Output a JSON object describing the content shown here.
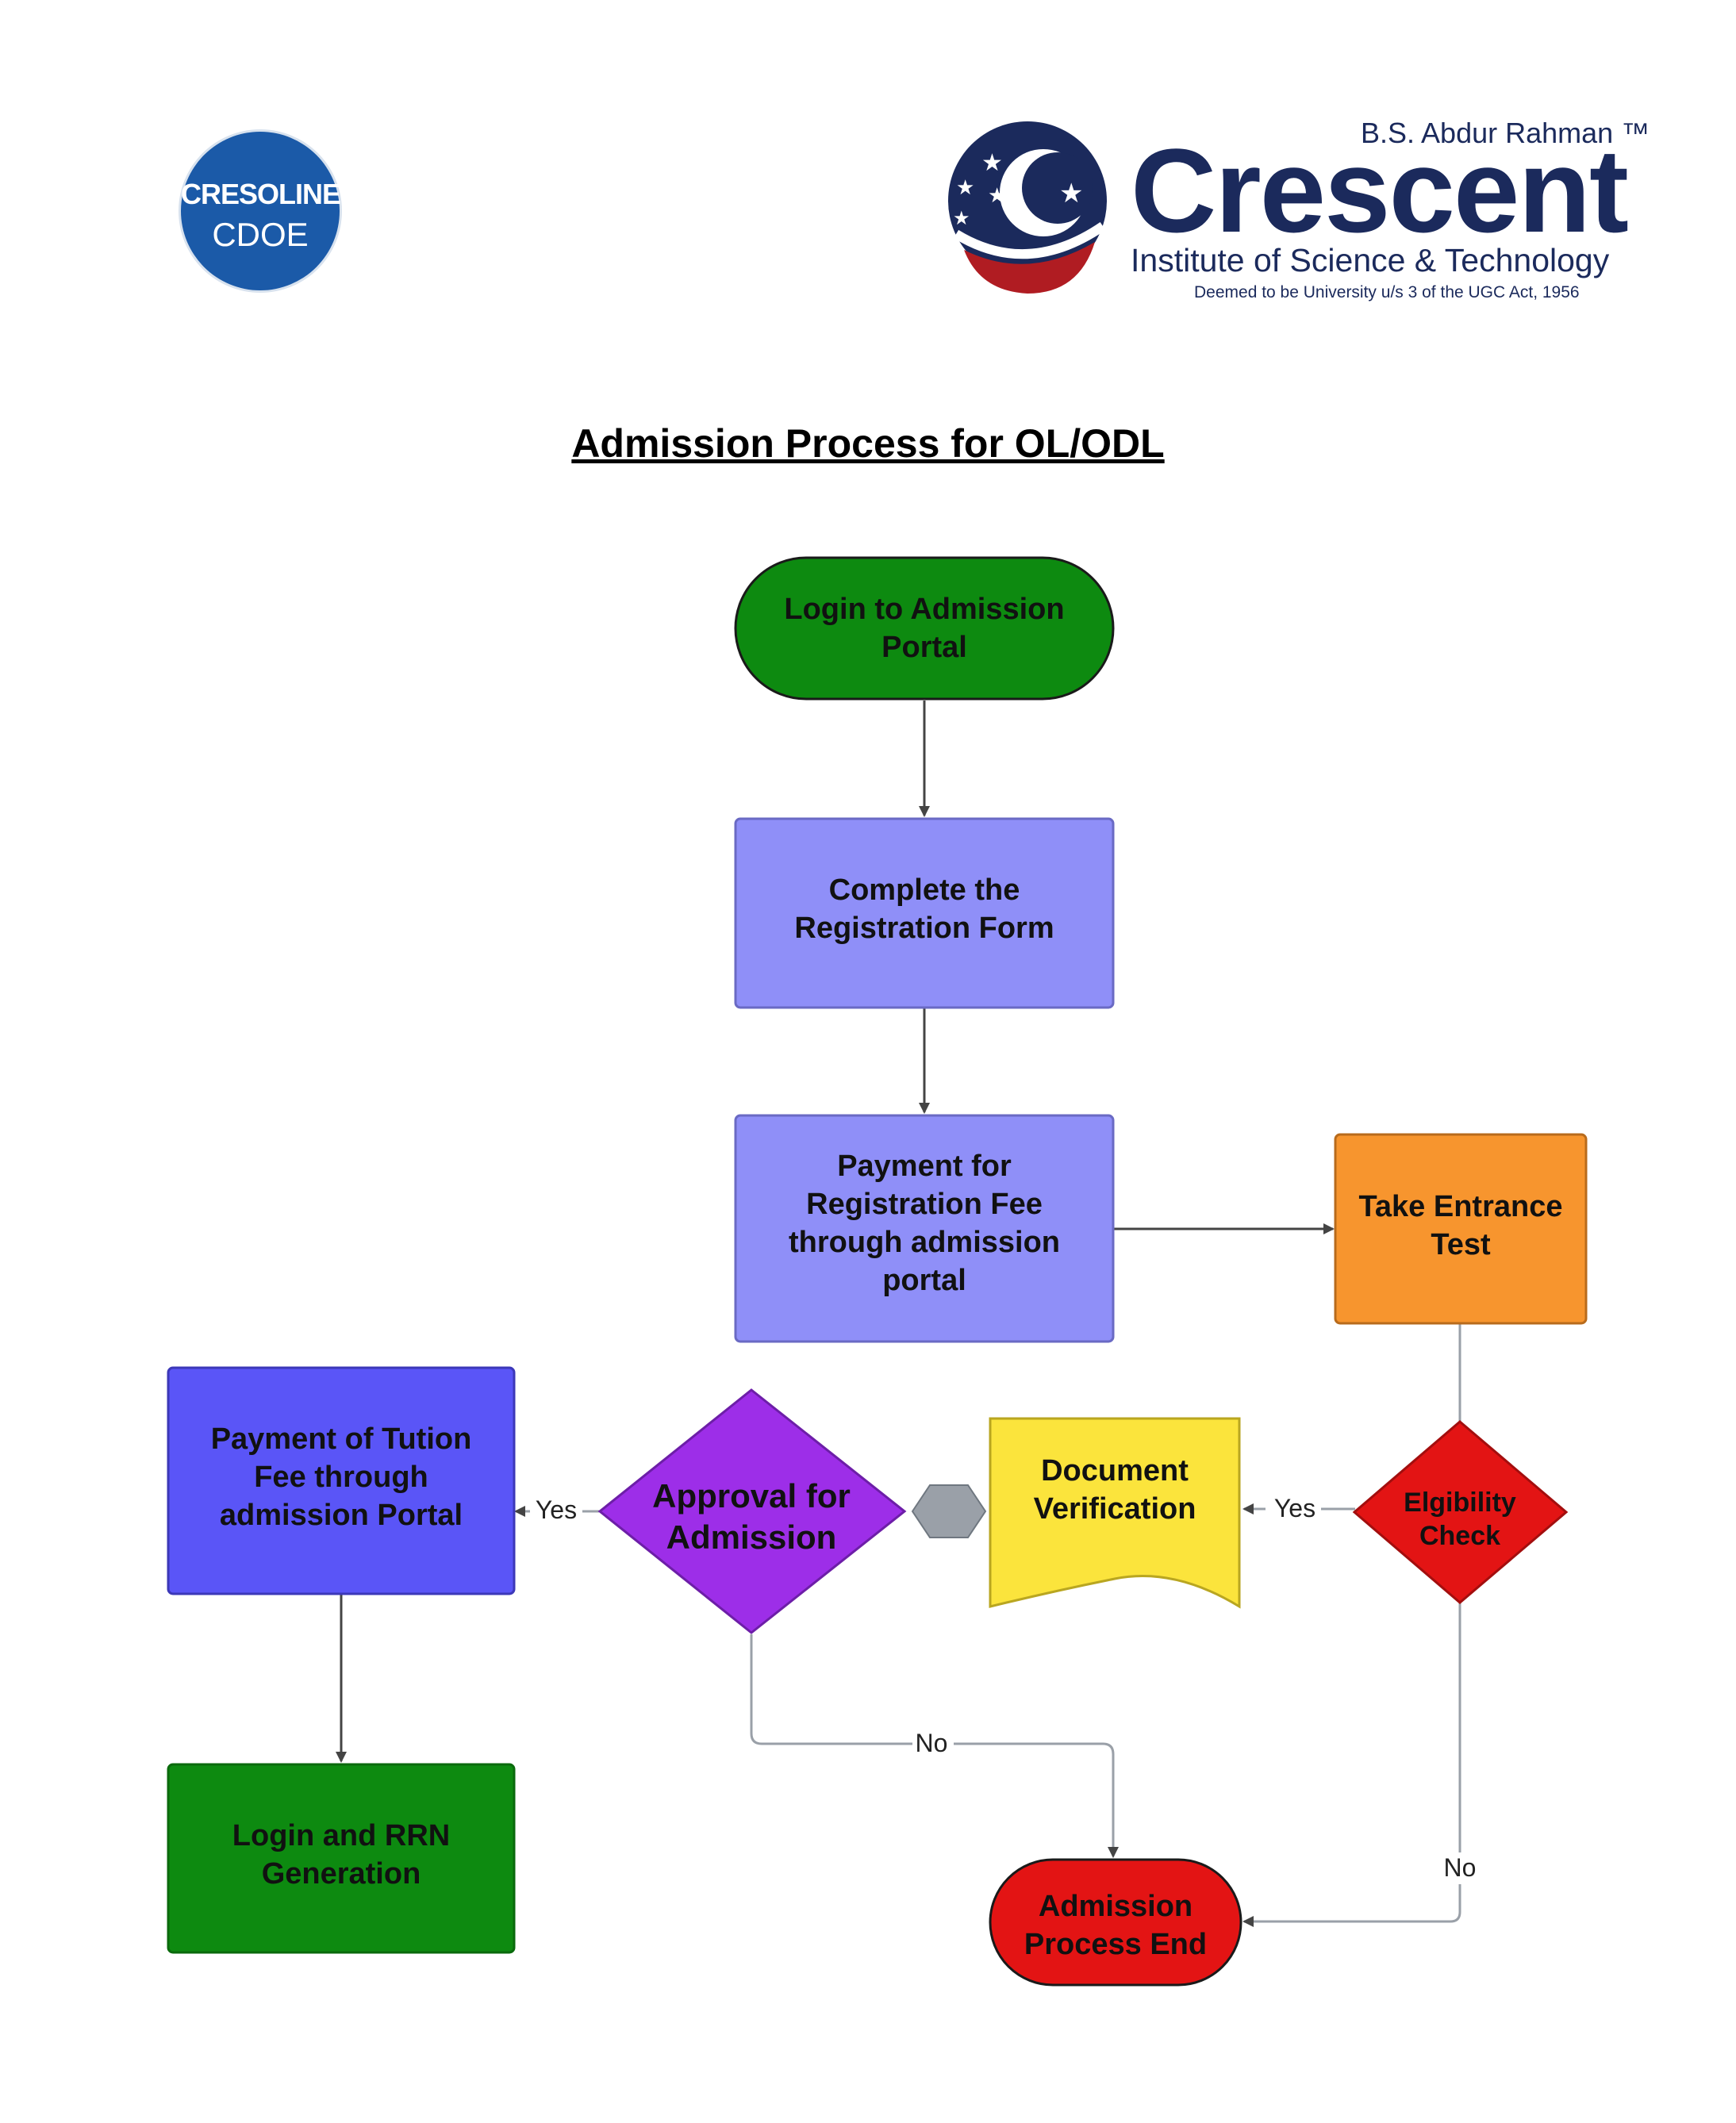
{
  "header": {
    "left_logo": {
      "line1": "CRESOLINE",
      "line2": "CDOE"
    },
    "right_logo": {
      "top_text": "B.S. Abdur Rahman ™",
      "wordmark": "Crescent",
      "subtitle": "Institute of Science & Technology",
      "tagline": "Deemed to be University u/s 3 of the UGC Act, 1956"
    }
  },
  "title": "Admission Process for OL/ODL",
  "nodes": {
    "login_portal": {
      "lines": [
        "Login to  Admission",
        "Portal"
      ]
    },
    "registration_form": {
      "lines": [
        "Complete the",
        "Registration Form"
      ]
    },
    "registration_fee": {
      "lines": [
        "Payment for",
        "Registration Fee",
        "through admission",
        "portal"
      ]
    },
    "entrance_test": {
      "lines": [
        "Take Entrance",
        "Test"
      ]
    },
    "eligibility_check": {
      "lines": [
        "Elgibility",
        "Check"
      ]
    },
    "document_verification": {
      "lines": [
        "Document",
        "Verification"
      ]
    },
    "approval": {
      "lines": [
        "Approval for",
        "Admission"
      ]
    },
    "tuition_fee": {
      "lines": [
        "Payment of  Tution",
        "Fee through",
        "admission Portal"
      ]
    },
    "rrn_generation": {
      "lines": [
        "Login and RRN",
        "Generation"
      ]
    },
    "process_end": {
      "lines": [
        "Admission",
        "Process End"
      ]
    }
  },
  "edge_labels": {
    "eligibility_yes": "Yes",
    "approval_yes": "Yes",
    "approval_no": "No",
    "eligibility_no": "No"
  },
  "colors": {
    "green": "#0d8a10",
    "lavender": "#8f8ff8",
    "orange": "#f7952e",
    "red": "#e31414",
    "yellow": "#fbe43c",
    "purple": "#9d2ee8",
    "blue": "#5a55f7",
    "connector": "#9aa0a8"
  }
}
